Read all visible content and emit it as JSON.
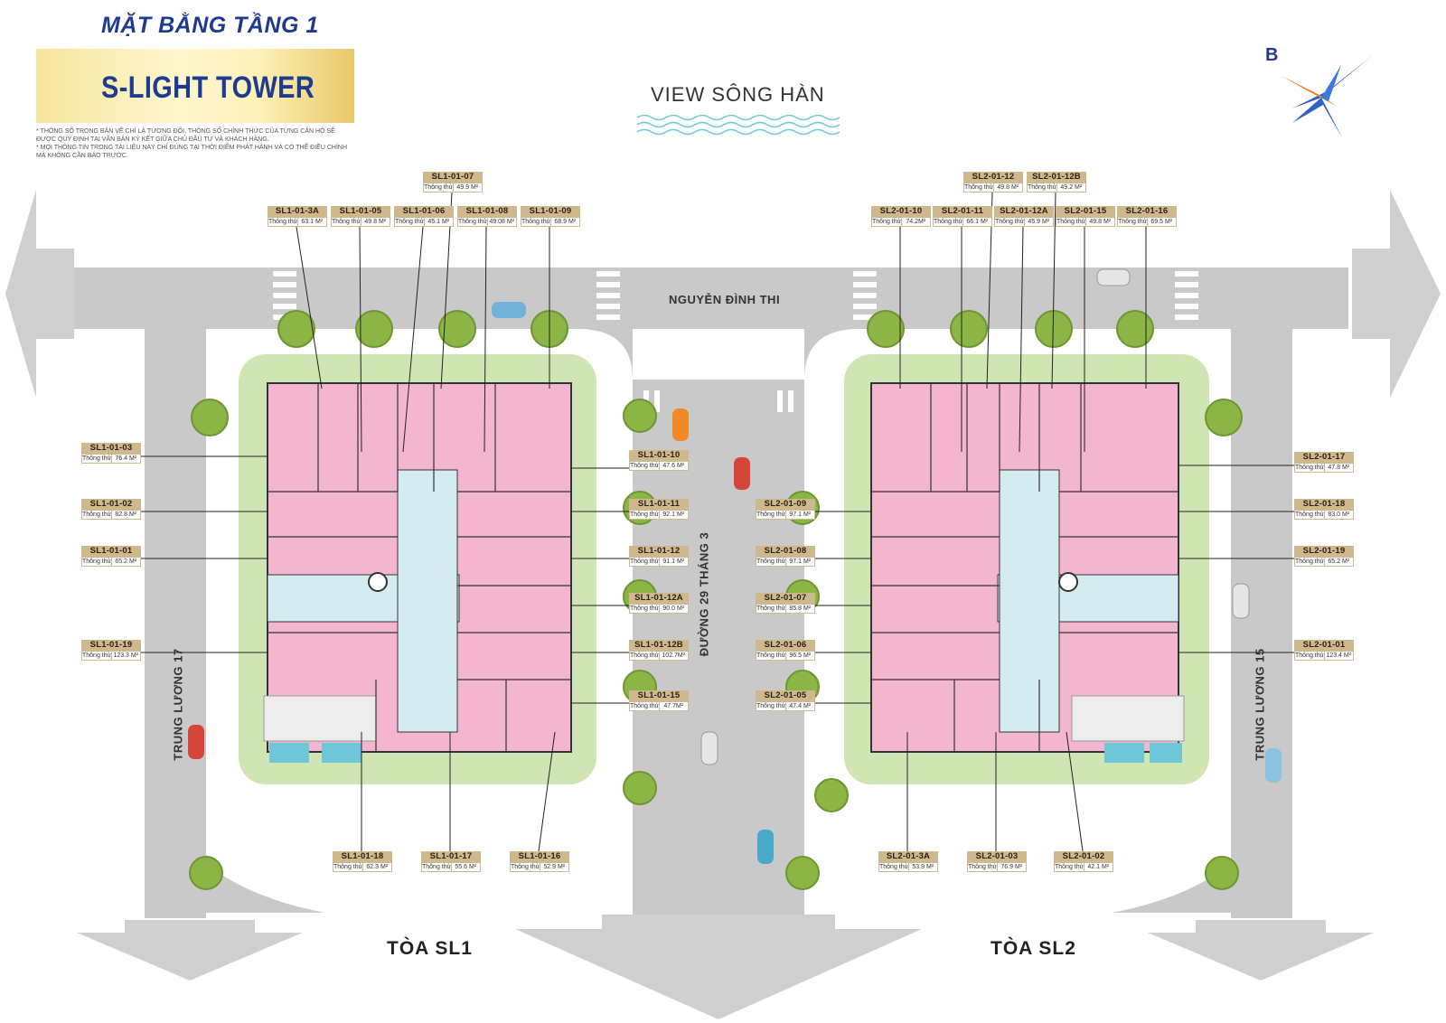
{
  "header": {
    "floor_title": "MẶT BẰNG TẦNG 1",
    "project_name": "S-LIGHT TOWER",
    "disclaimer_lines": [
      "* Thông số trong bản vẽ chỉ là tương đối, thông số chính thức của từng căn hộ sẽ được quy định tại văn bản ký kết giữa chủ đầu tư và khách hàng.",
      "* Mọi thông tin trong tài liệu này chỉ đúng tại thời điểm phát hành và có thể điều chỉnh mà không cần báo trước."
    ]
  },
  "view_label": "VIEW SÔNG HÀN",
  "compass_letter": "B",
  "streets": {
    "top": "NGUYỄN ĐÌNH THI",
    "center": "ĐƯỜNG 29 THÁNG 3",
    "left": "TRUNG LƯƠNG 17",
    "right": "TRUNG LƯƠNG 15"
  },
  "buildings": {
    "sl1": "TÒA SL1",
    "sl2": "TÒA SL2"
  },
  "area_caption": "Thông thủy",
  "colors": {
    "road": "#c9c9c9",
    "road_edge": "#bdbdbd",
    "green": "#cfe6b4",
    "apartment": "#f4b5cf",
    "corridor": "#d4ecf0",
    "label_gold": "#cfb98c",
    "title_blue": "#1f3b8f",
    "water": "#6ec7d8"
  },
  "units": [
    {
      "code": "SL1-01-07",
      "area": "49.9 M²"
    },
    {
      "code": "SL1-01-3A",
      "area": "63.1 M²"
    },
    {
      "code": "SL1-01-05",
      "area": "49.8 M²"
    },
    {
      "code": "SL1-01-06",
      "area": "45.1 M²"
    },
    {
      "code": "SL1-01-08",
      "area": "49.08 M²"
    },
    {
      "code": "SL1-01-09",
      "area": "68.9 M²"
    },
    {
      "code": "SL1-01-03",
      "area": "76.4 M²"
    },
    {
      "code": "SL1-01-02",
      "area": "82.8 M²"
    },
    {
      "code": "SL1-01-01",
      "area": "65.2 M²"
    },
    {
      "code": "SL1-01-19",
      "area": "123.3 M²"
    },
    {
      "code": "SL1-01-10",
      "area": "47.6 M²"
    },
    {
      "code": "SL1-01-11",
      "area": "92.1 M²"
    },
    {
      "code": "SL1-01-12",
      "area": "91.1 M²"
    },
    {
      "code": "SL1-01-12A",
      "area": "90.0 M²"
    },
    {
      "code": "SL1-01-12B",
      "area": "102.7M²"
    },
    {
      "code": "SL1-01-15",
      "area": "47.7M²"
    },
    {
      "code": "SL1-01-18",
      "area": "62.3 M²"
    },
    {
      "code": "SL1-01-17",
      "area": "55.6 M²"
    },
    {
      "code": "SL1-01-16",
      "area": "52.9 M²"
    },
    {
      "code": "SL2-01-12",
      "area": "49.8 M²"
    },
    {
      "code": "SL2-01-12B",
      "area": "49.2 M²"
    },
    {
      "code": "SL2-01-10",
      "area": "74.2M²"
    },
    {
      "code": "SL2-01-11",
      "area": "66.1 M²"
    },
    {
      "code": "SL2-01-12A",
      "area": "45.9 M²"
    },
    {
      "code": "SL2-01-15",
      "area": "49.8 M²"
    },
    {
      "code": "SL2-01-16",
      "area": "69.5 M²"
    },
    {
      "code": "SL2-01-17",
      "area": "47.8 M²"
    },
    {
      "code": "SL2-01-18",
      "area": "83.0 M²"
    },
    {
      "code": "SL2-01-19",
      "area": "65.2 M²"
    },
    {
      "code": "SL2-01-01",
      "area": "123.4 M²"
    },
    {
      "code": "SL2-01-09",
      "area": "97.1 M²"
    },
    {
      "code": "SL2-01-08",
      "area": "97.1 M²"
    },
    {
      "code": "SL2-01-07",
      "area": "85.8 M²"
    },
    {
      "code": "SL2-01-06",
      "area": "96.5 M²"
    },
    {
      "code": "SL2-01-05",
      "area": "47.4 M²"
    },
    {
      "code": "SL2-01-3A",
      "area": "53.9 M²"
    },
    {
      "code": "SL2-01-03",
      "area": "76.9 M²"
    },
    {
      "code": "SL2-01-02",
      "area": "42.1 M²"
    }
  ]
}
